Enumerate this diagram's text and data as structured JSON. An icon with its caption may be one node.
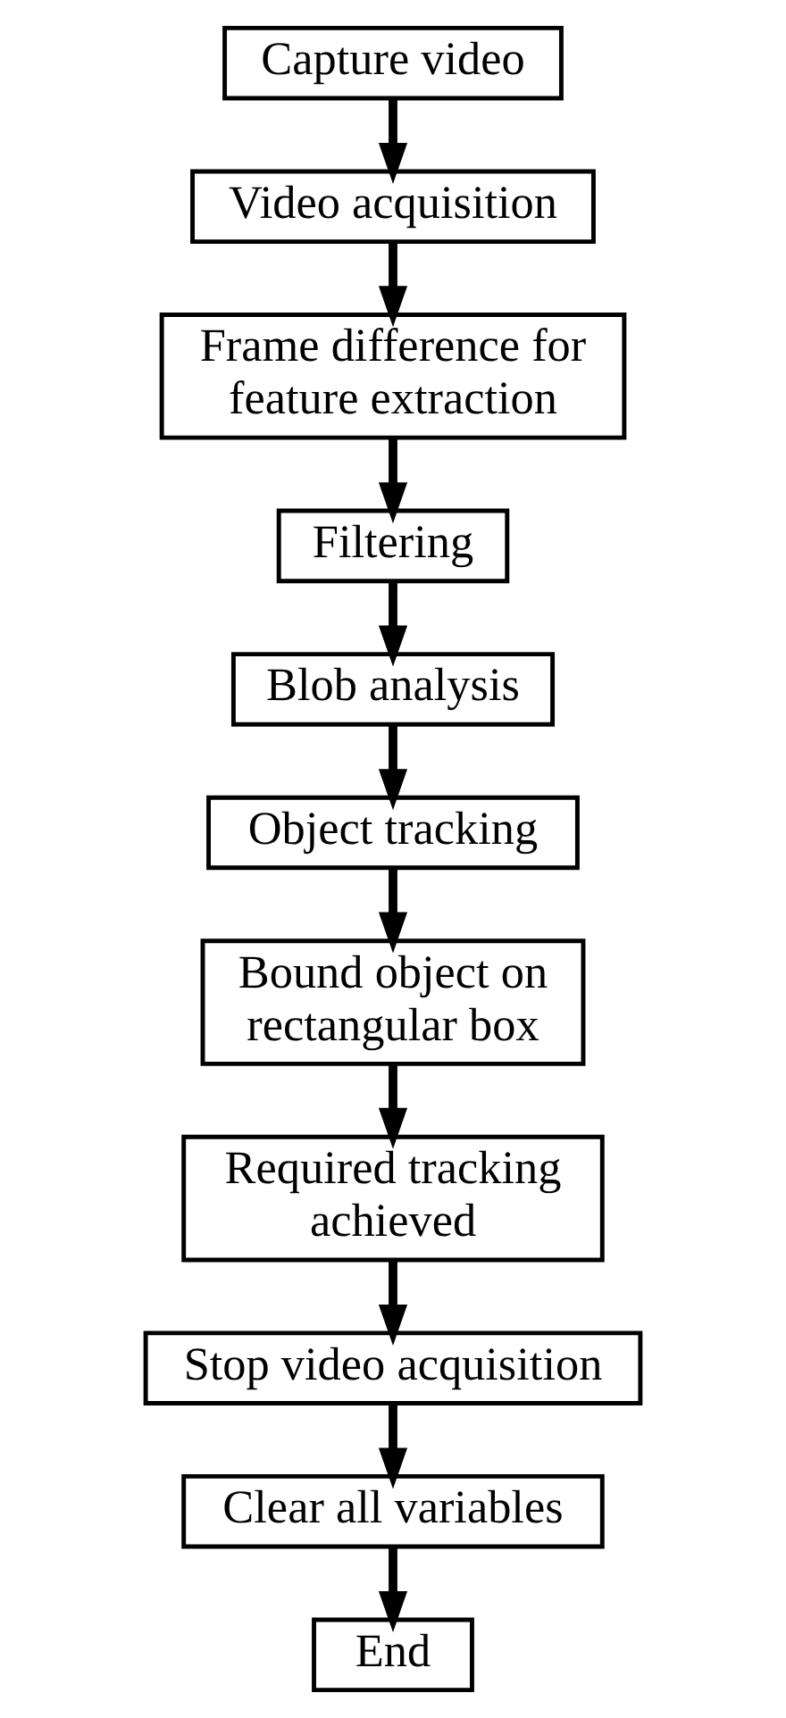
{
  "diagram": {
    "nodes": [
      {
        "text": [
          "Capture video"
        ]
      },
      {
        "text": [
          "Video acquisition"
        ]
      },
      {
        "text": [
          "Frame difference for feature extraction"
        ]
      },
      {
        "text": [
          "Filtering"
        ]
      },
      {
        "text": [
          "Blob analysis"
        ]
      },
      {
        "text": [
          "Object tracking"
        ]
      },
      {
        "text": [
          "Bound object on rectangular box"
        ]
      },
      {
        "text": [
          "Required tracking achieved"
        ]
      },
      {
        "text": [
          "Stop video acquisition"
        ]
      },
      {
        "text": [
          "Clear all variables"
        ]
      },
      {
        "text": [
          "End"
        ]
      }
    ],
    "edges": [
      {
        "from": 0,
        "to": 1,
        "arrow": "to"
      },
      {
        "from": 1,
        "to": 2,
        "arrow": "to"
      },
      {
        "from": 2,
        "to": 3,
        "arrow": "to"
      },
      {
        "from": 3,
        "to": 4,
        "arrow": "to"
      },
      {
        "from": 4,
        "to": 5,
        "arrow": "to"
      },
      {
        "from": 5,
        "to": 6,
        "arrow": "to"
      },
      {
        "from": 6,
        "to": 7,
        "arrow": "to"
      },
      {
        "from": 7,
        "to": 8,
        "arrow": "to"
      },
      {
        "from": 8,
        "to": 9,
        "arrow": "to"
      },
      {
        "from": 9,
        "to": 10,
        "arrow": "to"
      }
    ]
  }
}
